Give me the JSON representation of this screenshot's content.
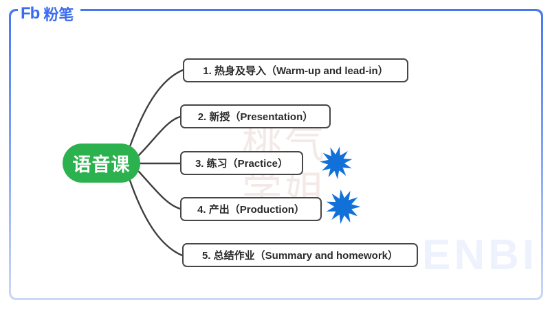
{
  "brand": {
    "logo_mark": "Fb",
    "logo_text": "粉笔"
  },
  "mindmap": {
    "root_label": "语音课",
    "nodes": [
      {
        "label": "1. 热身及导入（Warm-up and lead-in）",
        "starred": false
      },
      {
        "label": "2. 新授（Presentation）",
        "starred": false
      },
      {
        "label": "3. 练习（Practice）",
        "starred": true
      },
      {
        "label": "4. 产出（Production）",
        "starred": true
      },
      {
        "label": "5. 总结作业（Summary and homework）",
        "starred": false
      }
    ]
  },
  "watermarks": {
    "center": "桃气\n学姐",
    "corner": "ENBI"
  },
  "colors": {
    "brand_blue": "#3a6bf0",
    "frame_blue_top": "#4577ef",
    "frame_blue_bottom": "#ccd9f5",
    "root_green": "#2bb14e",
    "burst_blue": "#1271d9",
    "connector_gray": "#3e3e3e",
    "box_border": "#464646"
  }
}
